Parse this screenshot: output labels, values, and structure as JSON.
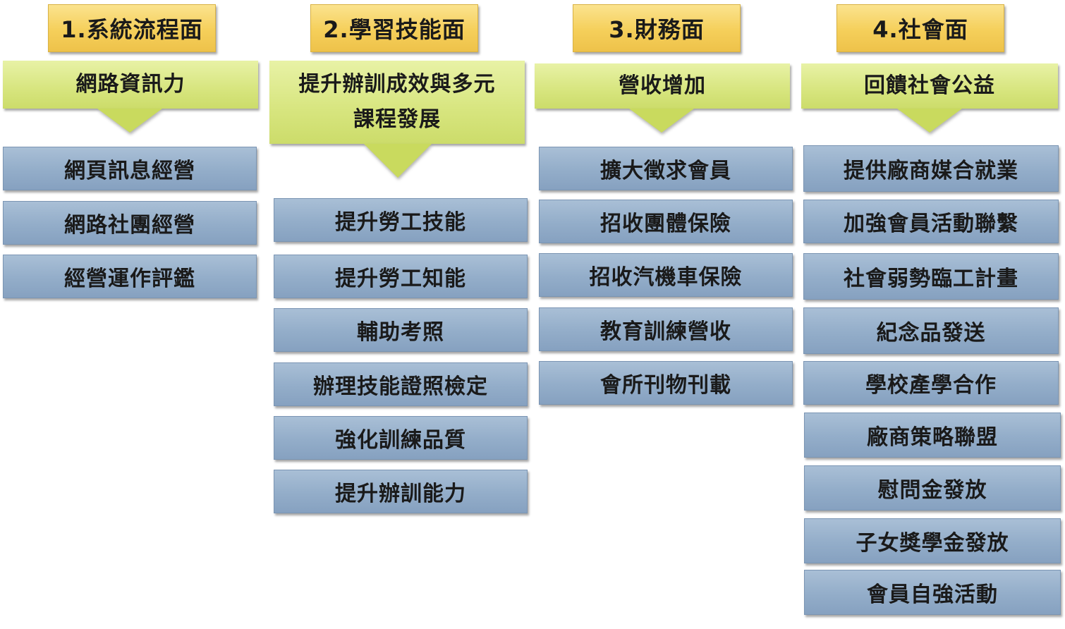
{
  "columns": [
    {
      "header": "1.系統流程面",
      "category": "網路資訊力",
      "items": [
        "網頁訊息經營",
        "網路社團經營",
        "經營運作評鑑"
      ]
    },
    {
      "header": "2.學習技能面",
      "category": "提升辦訓成效與多元\n課程發展",
      "items": [
        "提升勞工技能",
        "提升勞工知能",
        "輔助考照",
        "辦理技能證照檢定",
        "強化訓練品質",
        "提升辦訓能力"
      ]
    },
    {
      "header": "3.財務面",
      "category": "營收增加",
      "items": [
        "擴大徵求會員",
        "招收團體保險",
        "招收汽機車保險",
        "教育訓練營收",
        "會所刊物刊載"
      ]
    },
    {
      "header": "4.社會面",
      "category": "回饋社會公益",
      "items": [
        "提供廠商媒合就業",
        "加強會員活動聯繫",
        "社會弱勢臨工計畫",
        "紀念品發送",
        "學校產學合作",
        "廠商策略聯盟",
        "慰問金發放",
        "子女獎學金發放",
        "會員自強活動"
      ]
    }
  ],
  "colors": {
    "header": "#f5cf5a",
    "category": "#d7e57e",
    "item": "#93adc9"
  }
}
